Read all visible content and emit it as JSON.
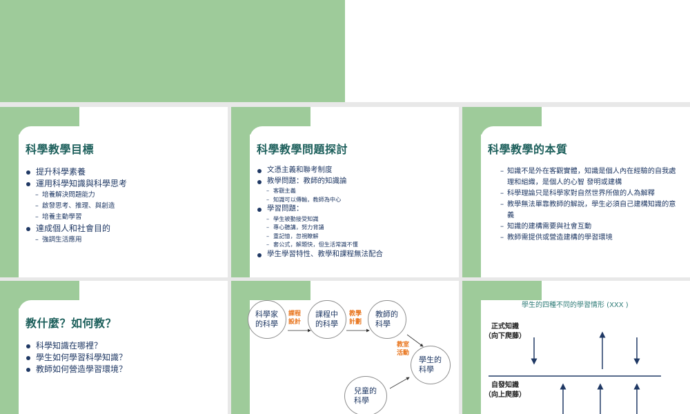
{
  "colors": {
    "background": "#e8e8e8",
    "accent_green": "#9ecb9a",
    "title_teal": "#1c5f5b",
    "body_navy": "#1f3864",
    "label_orange": "#e8731a"
  },
  "slides": [
    {
      "id": "slide-1",
      "partial": true
    },
    {
      "id": "slide-2",
      "title": "科學教學目標",
      "items": [
        {
          "level": 1,
          "text": "提升科學素養"
        },
        {
          "level": 1,
          "text": "運用科學知識與科學思考"
        },
        {
          "level": 2,
          "text": "培養解決問題能力"
        },
        {
          "level": 2,
          "text": "啟發思考、推理、與創造"
        },
        {
          "level": 2,
          "text": "培養主動學習"
        },
        {
          "level": 1,
          "text": "達成個人和社會目的"
        },
        {
          "level": 2,
          "text": "強調生活應用"
        }
      ]
    },
    {
      "id": "slide-3",
      "title": "科學教學問題探討",
      "items": [
        {
          "level": 1,
          "text": "文憑主義和聯考制度"
        },
        {
          "level": 1,
          "text": "教學問題：教師的知識論"
        },
        {
          "level": 2,
          "text": "客觀主義"
        },
        {
          "level": 2,
          "text": "知識可以傳輸，教師為中心"
        },
        {
          "level": 1,
          "text": "學習問題："
        },
        {
          "level": 2,
          "text": "學生被動接受知識"
        },
        {
          "level": 2,
          "text": "專心聽講，努力背誦"
        },
        {
          "level": 2,
          "text": "重記憶，忽視瞭解"
        },
        {
          "level": 2,
          "text": "套公式，解題快，但生活常識不懂"
        },
        {
          "level": 1,
          "text": "學生學習特性、教學和課程無法配合"
        }
      ]
    },
    {
      "id": "slide-4",
      "title": "科學教學的本質",
      "items": [
        {
          "level": 2,
          "text": "知識不是外在客觀實體，知識是個人內在經驗的自我處理和組織，是個人的心智 發明或建構"
        },
        {
          "level": 2,
          "text": "科學理論只是科學家對自然世界所做的人為解釋"
        },
        {
          "level": 2,
          "text": "教學無法單靠教師的解說，學生必須自己建構知識的意義"
        },
        {
          "level": 2,
          "text": "知識的建構需要與社會互動"
        },
        {
          "level": 2,
          "text": "教師需提供或營造建構的學習環境"
        }
      ]
    },
    {
      "id": "slide-5",
      "title": "教什麼？如何教？",
      "items": [
        {
          "level": 1,
          "text": "科學知識在哪裡？"
        },
        {
          "level": 1,
          "text": "學生如何學習科學知識？"
        },
        {
          "level": 1,
          "text": "教師如何營造學習環境？"
        }
      ]
    },
    {
      "id": "slide-6",
      "diagram": {
        "nodes": [
          {
            "id": "scientist",
            "text": "科學家的科學"
          },
          {
            "id": "curriculum",
            "text": "課程中的科學"
          },
          {
            "id": "teacher",
            "text": "教師的科學"
          },
          {
            "id": "student",
            "text": "學生的科學"
          },
          {
            "id": "child",
            "text": "兒童的科學"
          }
        ],
        "edge_labels": [
          {
            "from": "scientist",
            "to": "curriculum",
            "text": "課程設計"
          },
          {
            "from": "curriculum",
            "to": "teacher",
            "text": "教學計劃"
          },
          {
            "from": "teacher",
            "to": "student",
            "text": "教室活動"
          }
        ]
      }
    },
    {
      "id": "slide-7",
      "chart_title": "學生的四種不同的學習情形 (XXX )",
      "upper_label": "正式知識\n（向下爬藤）",
      "upper_label_l1": "正式知識",
      "upper_label_l2": "（向下爬藤）",
      "lower_label_l1": "自發知識",
      "lower_label_l2": "（向上爬藤）"
    }
  ]
}
